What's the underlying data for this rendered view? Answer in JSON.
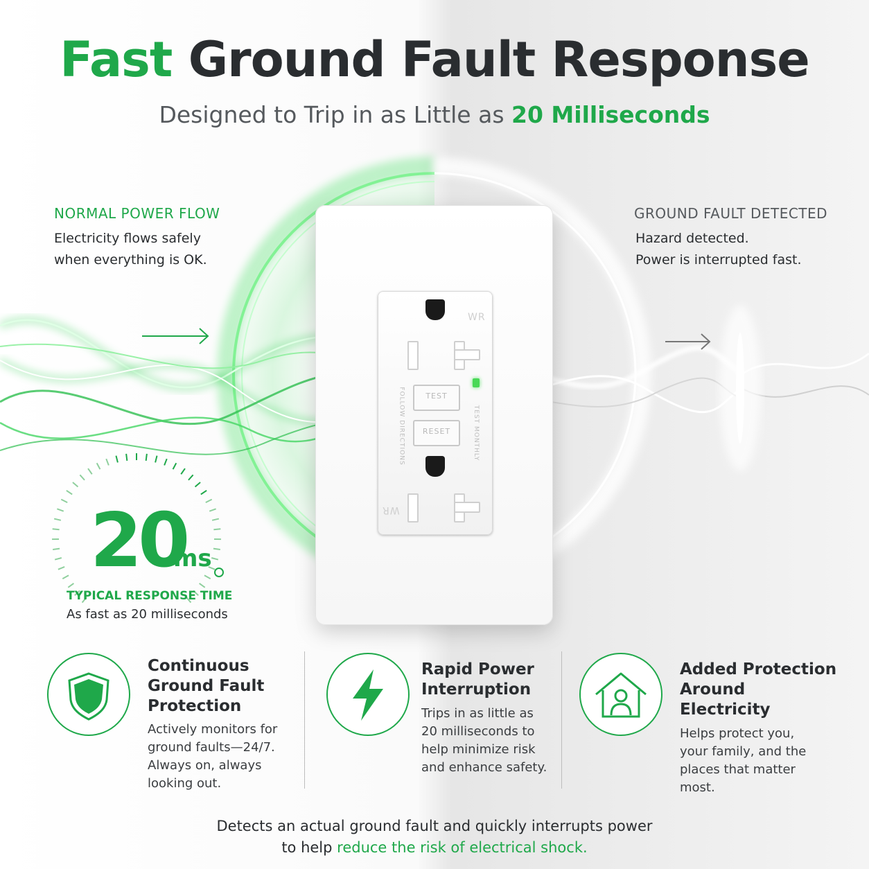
{
  "header": {
    "title_accent": "Fast",
    "title_rest": "Ground Fault Response",
    "subtitle_prefix": "Designed to Trip in as Little as",
    "subtitle_accent": "20 Milliseconds"
  },
  "left_panel": {
    "heading": "NORMAL POWER FLOW",
    "line1": "Electricity flows safely",
    "line2": "when everything is OK."
  },
  "right_panel": {
    "heading": "GROUND FAULT DETECTED",
    "line1": "Hazard detected.",
    "line2": "Power is interrupted fast."
  },
  "outlet": {
    "mark": "WR",
    "test_label": "TEST",
    "reset_label": "RESET",
    "side_left": "FOLLOW DIRECTIONS",
    "side_right": "TEST MONTHLY"
  },
  "timer": {
    "value": "20",
    "unit": "ms",
    "heading": "TYPICAL RESPONSE TIME",
    "caption": "As fast as 20 milliseconds"
  },
  "features": [
    {
      "icon": "shield-icon",
      "title_lines": [
        "Continuous",
        "Ground Fault",
        "Protection"
      ],
      "text_lines": [
        "Actively monitors for",
        "ground faults—24/7.",
        "Always on, always",
        "looking out."
      ]
    },
    {
      "icon": "lightning-bolt-icon",
      "title_lines": [
        "Rapid Power",
        "Interruption"
      ],
      "text_lines": [
        "Trips in as little as",
        "20 milliseconds to",
        "help minimize risk",
        "and enhance safety."
      ]
    },
    {
      "icon": "house-person-icon",
      "title_lines": [
        "Added Protection",
        "Around",
        "Electricity"
      ],
      "text_lines": [
        "Helps protect you,",
        "your family, and the",
        "places that matter",
        "most."
      ]
    }
  ],
  "footer": {
    "line1": "Detects an actual ground fault and quickly interrupts power",
    "line2_prefix": "to help",
    "line2_accent": "reduce the risk of electrical shock."
  },
  "colors": {
    "accent": "#1fa84a",
    "text": "#2a2d30"
  }
}
